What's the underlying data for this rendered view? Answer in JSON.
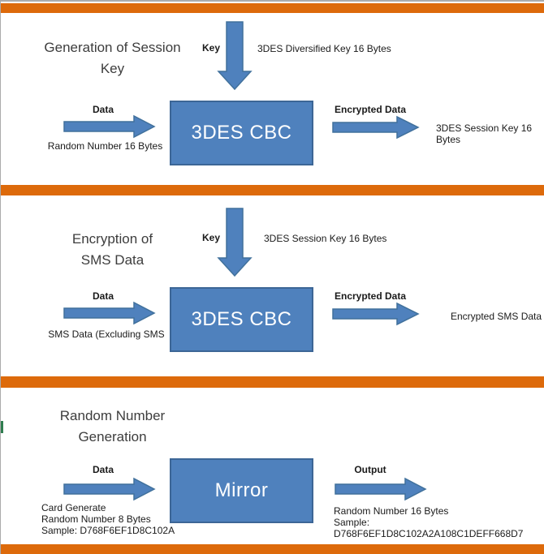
{
  "sections": [
    {
      "title_lines": [
        "Generation of Session",
        "Key"
      ],
      "key_label": "Key",
      "key_annotation": "3DES Diversified Key 16 Bytes",
      "data_label": "Data",
      "data_annotation": "Random Number 16 Bytes",
      "box_label": "3DES CBC",
      "output_label": "Encrypted Data",
      "output_annotation": "3DES Session Key 16 Bytes"
    },
    {
      "title_lines": [
        "Encryption of",
        "SMS Data"
      ],
      "key_label": "Key",
      "key_annotation": "3DES Session Key 16 Bytes",
      "data_label": "Data",
      "data_annotation": "SMS Data (Excluding SMS",
      "box_label": "3DES CBC",
      "output_label": "Encrypted Data",
      "output_annotation": "Encrypted SMS Data"
    },
    {
      "title_lines": [
        "Random Number",
        "Generation"
      ],
      "data_label": "Data",
      "data_annotation_lines": [
        "Card Generate",
        "Random Number 8 Bytes",
        "Sample: D768F6EF1D8C102A"
      ],
      "box_label": "Mirror",
      "output_label": "Output",
      "output_annotation_lines": [
        "Random Number 16 Bytes",
        "Sample: D768F6EF1D8C102A2A108C1DEFF668D7"
      ]
    }
  ],
  "colors": {
    "divider_orange": "#dd6a0b",
    "shape_fill_blue": "#4f81bd",
    "shape_border_blue": "#3c6696",
    "accent_mark_green": "#2f7d4f",
    "page_border_gray": "#ababab"
  }
}
